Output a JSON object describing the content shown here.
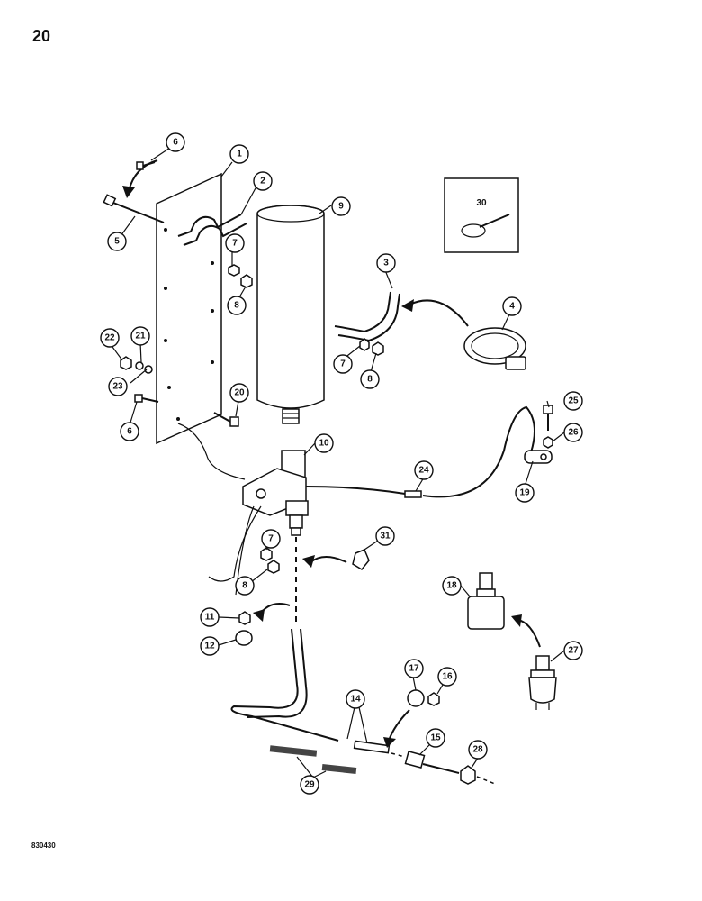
{
  "page": {
    "number": "20",
    "figure_id": "830430"
  },
  "inset": {
    "label": "30"
  },
  "callouts": [
    "1",
    "2",
    "3",
    "4",
    "5",
    "6",
    "6",
    "7",
    "7",
    "7",
    "8",
    "8",
    "8",
    "9",
    "10",
    "11",
    "12",
    "14",
    "15",
    "16",
    "17",
    "18",
    "19",
    "20",
    "21",
    "22",
    "23",
    "24",
    "25",
    "26",
    "27",
    "28",
    "29",
    "31"
  ]
}
